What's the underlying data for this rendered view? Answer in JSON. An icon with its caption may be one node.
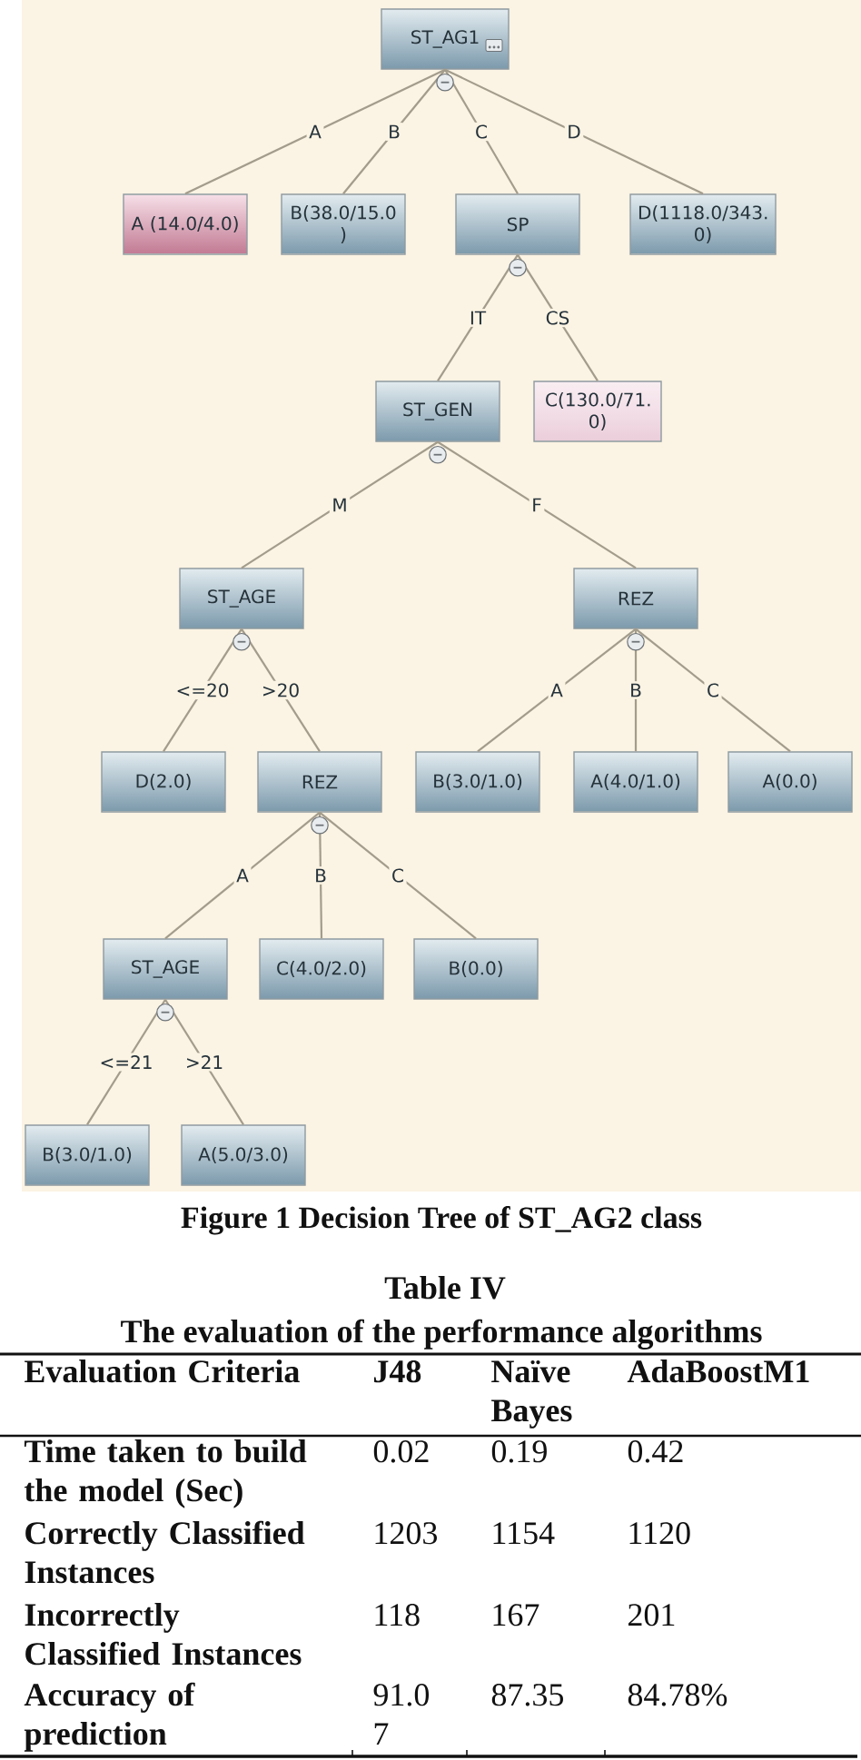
{
  "diagram": {
    "caption": "Figure 1 Decision Tree of ST_AG2 class",
    "nodes": [
      {
        "text": [
          "ST_AG1"
        ]
      },
      {
        "text": [
          "A (14.0/4.0)"
        ]
      },
      {
        "text": [
          "B(38.0/15.0 )"
        ]
      },
      {
        "text": [
          "SP"
        ]
      },
      {
        "text": [
          "D(1118.0/343. 0)"
        ]
      },
      {
        "text": [
          "ST_GEN"
        ]
      },
      {
        "text": [
          "C(130.0/71. 0)"
        ]
      },
      {
        "text": [
          "ST_AGE"
        ]
      },
      {
        "text": [
          "REZ"
        ]
      },
      {
        "text": [
          "D(2.0)"
        ]
      },
      {
        "text": [
          "REZ"
        ]
      },
      {
        "text": [
          "B(3.0/1.0)"
        ]
      },
      {
        "text": [
          "A(4.0/1.0)"
        ]
      },
      {
        "text": [
          "A(0.0)"
        ]
      },
      {
        "text": [
          "ST_AGE"
        ]
      },
      {
        "text": [
          "C(4.0/2.0)"
        ]
      },
      {
        "text": [
          "B(0.0)"
        ]
      },
      {
        "text": [
          "B(3.0/1.0)"
        ]
      },
      {
        "text": [
          "A(5.0/3.0)"
        ]
      }
    ],
    "edges": [
      {
        "from": 0,
        "to": 1,
        "arrow": "none",
        "label": "A"
      },
      {
        "from": 0,
        "to": 2,
        "arrow": "none",
        "label": "B"
      },
      {
        "from": 0,
        "to": 3,
        "arrow": "none",
        "label": "C"
      },
      {
        "from": 0,
        "to": 4,
        "arrow": "none",
        "label": "D"
      },
      {
        "from": 3,
        "to": 5,
        "arrow": "none",
        "label": "IT"
      },
      {
        "from": 3,
        "to": 6,
        "arrow": "none",
        "label": "CS"
      },
      {
        "from": 5,
        "to": 7,
        "arrow": "none",
        "label": "M"
      },
      {
        "from": 5,
        "to": 8,
        "arrow": "none",
        "label": "F"
      },
      {
        "from": 7,
        "to": 9,
        "arrow": "none",
        "label": "<=20"
      },
      {
        "from": 7,
        "to": 10,
        "arrow": "none",
        "label": ">20"
      },
      {
        "from": 8,
        "to": 11,
        "arrow": "none",
        "label": "A"
      },
      {
        "from": 8,
        "to": 12,
        "arrow": "none",
        "label": "B"
      },
      {
        "from": 8,
        "to": 13,
        "arrow": "none",
        "label": "C"
      },
      {
        "from": 10,
        "to": 14,
        "arrow": "none",
        "label": "A"
      },
      {
        "from": 10,
        "to": 15,
        "arrow": "none",
        "label": "B"
      },
      {
        "from": 10,
        "to": 16,
        "arrow": "none",
        "label": "C"
      },
      {
        "from": 14,
        "to": 17,
        "arrow": "none",
        "label": "<=21"
      },
      {
        "from": 14,
        "to": 18,
        "arrow": "none",
        "label": ">21"
      }
    ],
    "labels": [
      "Table IV",
      "The evaluation of the performance algorithms",
      "Evaluation Criteria",
      "J48",
      "Naïve Bayes",
      "AdaBoostM1",
      "Time taken to build the model (Sec)",
      "0.02",
      "0.19",
      "0.42",
      "Correctly Classified Instances",
      "1203",
      "1154",
      "1120",
      "Incorrectly Classified Instances",
      "118",
      "167",
      "201",
      "Accuracy of prediction",
      "91.0 7",
      "87.35",
      "84.78%"
    ]
  }
}
